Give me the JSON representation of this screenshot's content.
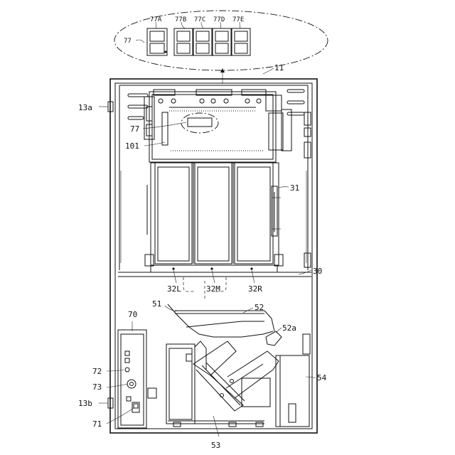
{
  "labels": {
    "seg_a": "77A",
    "seg_b": "77B",
    "seg_c": "77C",
    "seg_d": "77D",
    "seg_e": "77E",
    "display_top": "77",
    "display_main": "77",
    "housing": "11",
    "left_top": "13a",
    "left_bottom": "13b",
    "board": "101",
    "hopper": "31",
    "shelf": "30",
    "tube_l": "32L",
    "tube_m": "32M",
    "tube_r": "32R",
    "part_51": "51",
    "part_52": "52",
    "part_52a": "52a",
    "panel": "70",
    "part_72": "72",
    "part_73": "73",
    "part_71": "71",
    "box": "54",
    "base": "53"
  }
}
